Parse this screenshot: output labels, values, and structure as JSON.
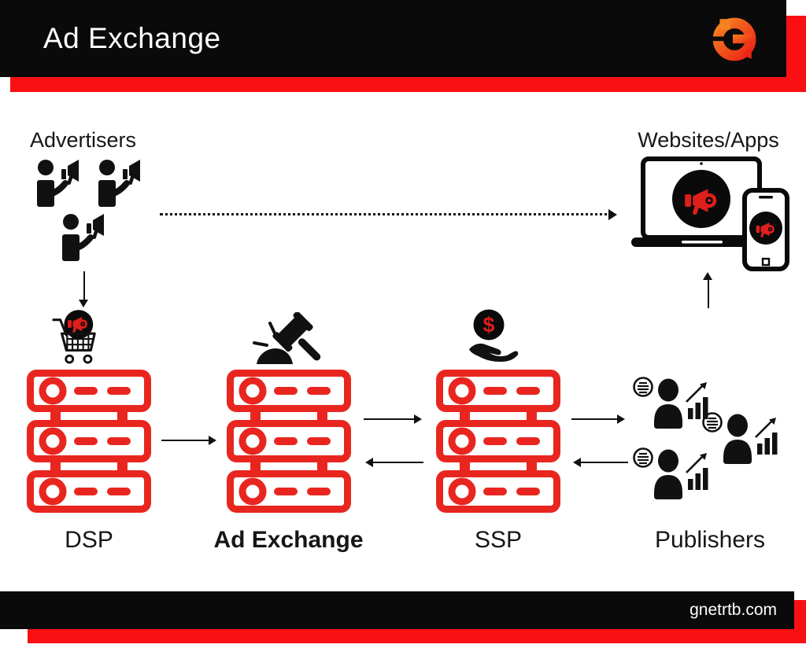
{
  "header": {
    "title": "Ad Exchange",
    "logo_icon": "g-circular-arrows-logo"
  },
  "diagram": {
    "nodes": {
      "advertisers": {
        "label": "Advertisers",
        "icon": "person-megaphone-icon",
        "icon_count": 3
      },
      "websites_apps": {
        "label": "Websites/Apps",
        "icons": [
          "laptop-ad-icon",
          "phone-ad-icon"
        ]
      },
      "dsp": {
        "label": "DSP",
        "icon": "ad-cart-icon",
        "shape": "red-server-stack"
      },
      "ad_exchange": {
        "label": "Ad Exchange",
        "icon": "auction-gavel-icon",
        "shape": "red-server-stack"
      },
      "ssp": {
        "label": "SSP",
        "icon": "money-hand-icon",
        "badge": "$",
        "shape": "red-server-stack"
      },
      "publishers": {
        "label": "Publishers",
        "icon": "publisher-person-icon",
        "icon_count": 3
      }
    },
    "flows": [
      {
        "from": "advertisers",
        "to": "websites_apps",
        "style": "dotted"
      },
      {
        "from": "advertisers",
        "to": "dsp",
        "style": "solid"
      },
      {
        "from": "dsp",
        "to": "ad_exchange",
        "style": "solid"
      },
      {
        "from": "ad_exchange",
        "to": "ssp",
        "style": "solid"
      },
      {
        "from": "ssp",
        "to": "ad_exchange",
        "style": "solid"
      },
      {
        "from": "ssp",
        "to": "publishers",
        "style": "solid"
      },
      {
        "from": "publishers",
        "to": "ssp",
        "style": "solid"
      },
      {
        "from": "publishers",
        "to": "websites_apps",
        "style": "solid"
      }
    ]
  },
  "footer": {
    "site": "gnetrtb.com"
  },
  "colors": {
    "banner_red": "#FA1013",
    "server_red": "#E8261F",
    "megaphone_red": "#DE1F1C",
    "logo_orange": "#F5821E",
    "logo_red": "#EC2418",
    "ink": "#111111"
  }
}
